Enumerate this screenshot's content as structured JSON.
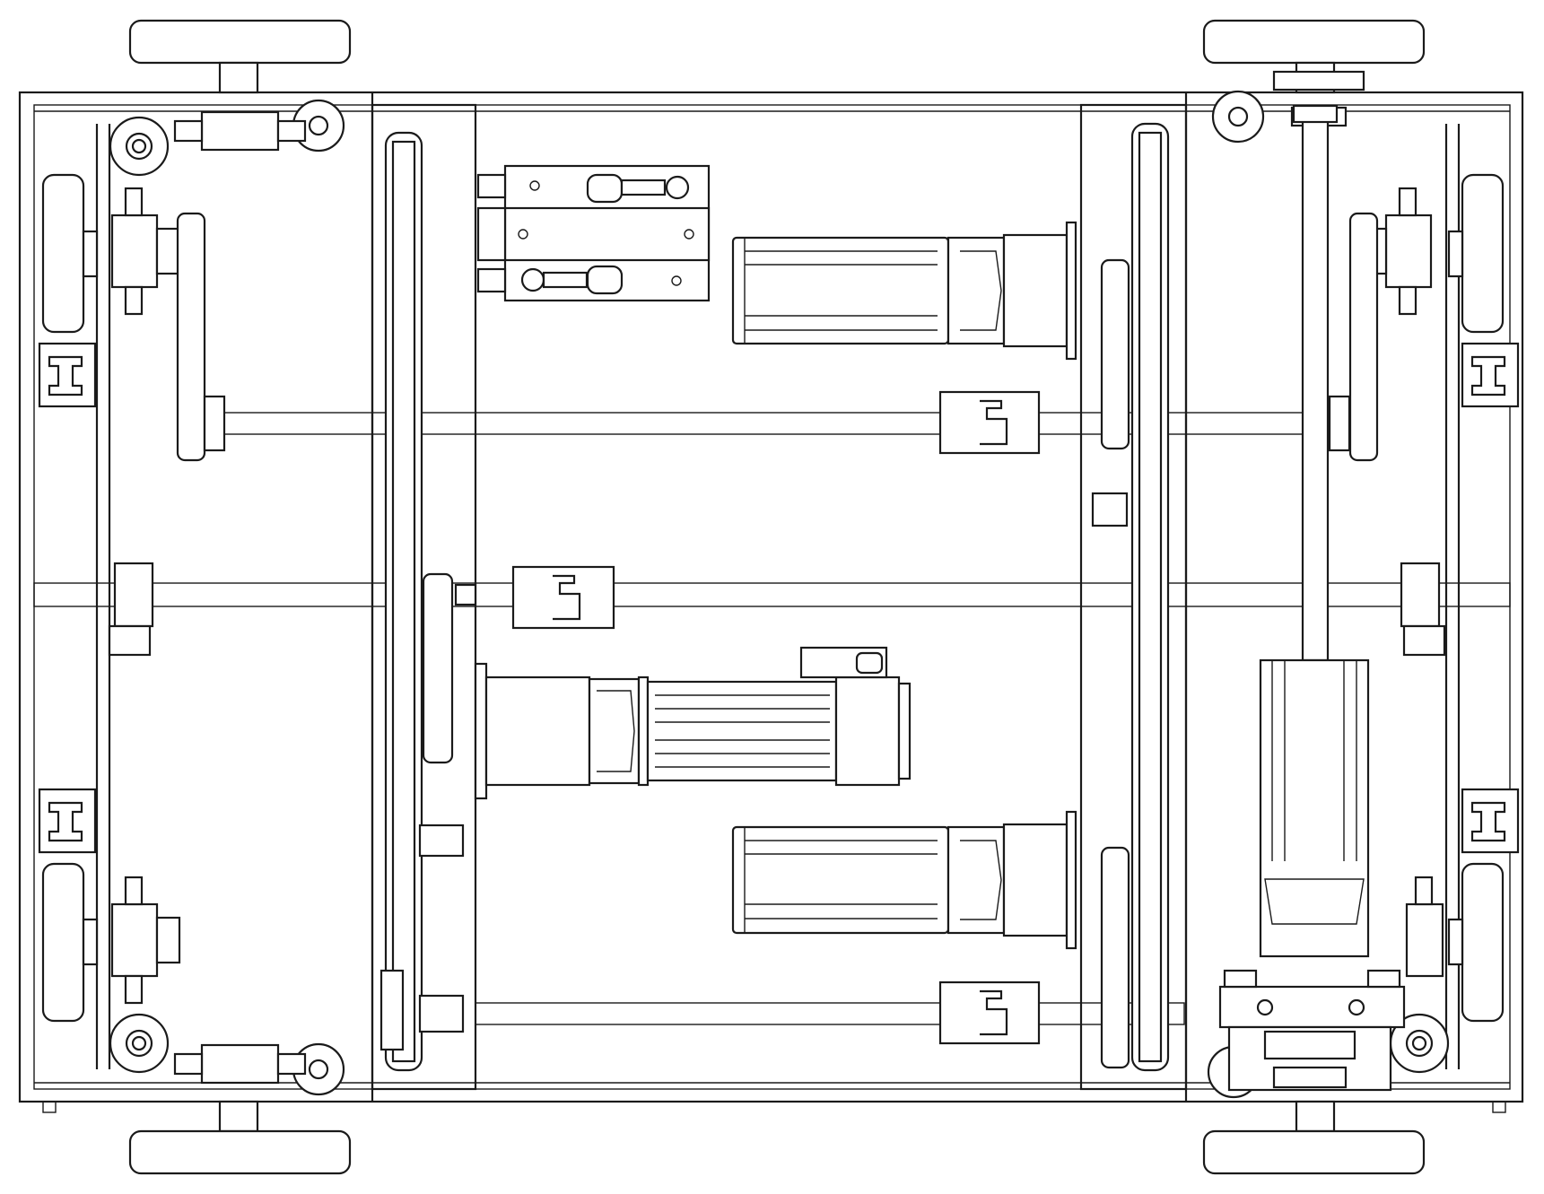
{
  "drawing": {
    "view": "top view",
    "colors": {
      "line": "#1a1a1a",
      "background": "#ffffff"
    },
    "components": {
      "wheels": 4,
      "guide_rollers": 4,
      "side_wheels": 4,
      "linear_rail_blocks": 4,
      "vertical_chain_drives": 2,
      "short_chain_drives": 4,
      "gear_racks": 2,
      "shaft_couplings": 3,
      "motors": 3,
      "gearboxes": 2,
      "lifting_cylinder": 1,
      "mounting_plate": 1
    }
  }
}
